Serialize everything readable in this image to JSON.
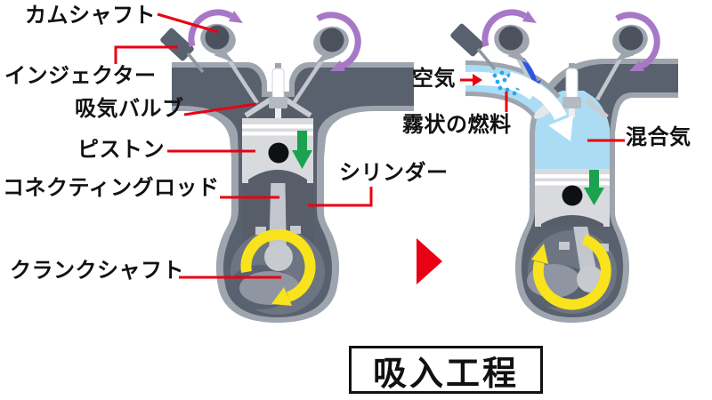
{
  "diagram": {
    "title": "吸入工程",
    "labels": {
      "camshaft": "カムシャフト",
      "injector": "インジェクター",
      "intake_valve": "吸気バルブ",
      "piston": "ピストン",
      "connecting_rod": "コネクティングロッド",
      "cylinder": "シリンダー",
      "crankshaft": "クランクシャフト",
      "air": "空気",
      "atomized_fuel": "霧状の燃料",
      "mixture": "混合気"
    },
    "icons": {
      "cam_rotation_arrow": "purple clockwise rotation arrow",
      "piston_motion_arrow": "green downward arrow",
      "crankshaft_rotation_arrow": "yellow clockwise rotation arrow",
      "airflow_arrow": "blue arrow in intake port",
      "intake_flow_arrow": "white arrow into cylinder",
      "fuel_spray": "blue atomized fuel dots",
      "step_arrow": "red right-pointing triangle"
    },
    "colors": {
      "engine_outline": "#9ea5ae",
      "engine_body": "#5a616e",
      "engine_interior": "#575e6a",
      "crankcase_bg": "#6e7582",
      "piston": "#d8dade",
      "rod": "#c3c7cd",
      "cam_circle": "#4b515d",
      "purple_arrow": "#a678c6",
      "yellow_arrow": "#f8e31d",
      "green_arrow": "#1aa24e",
      "red": "#e90012",
      "mixture_blue": "#abdcf4",
      "fuel_dot_blue": "#2aa6e8",
      "air_arrow_blue": "#2b57e2",
      "text": "#111111"
    }
  }
}
